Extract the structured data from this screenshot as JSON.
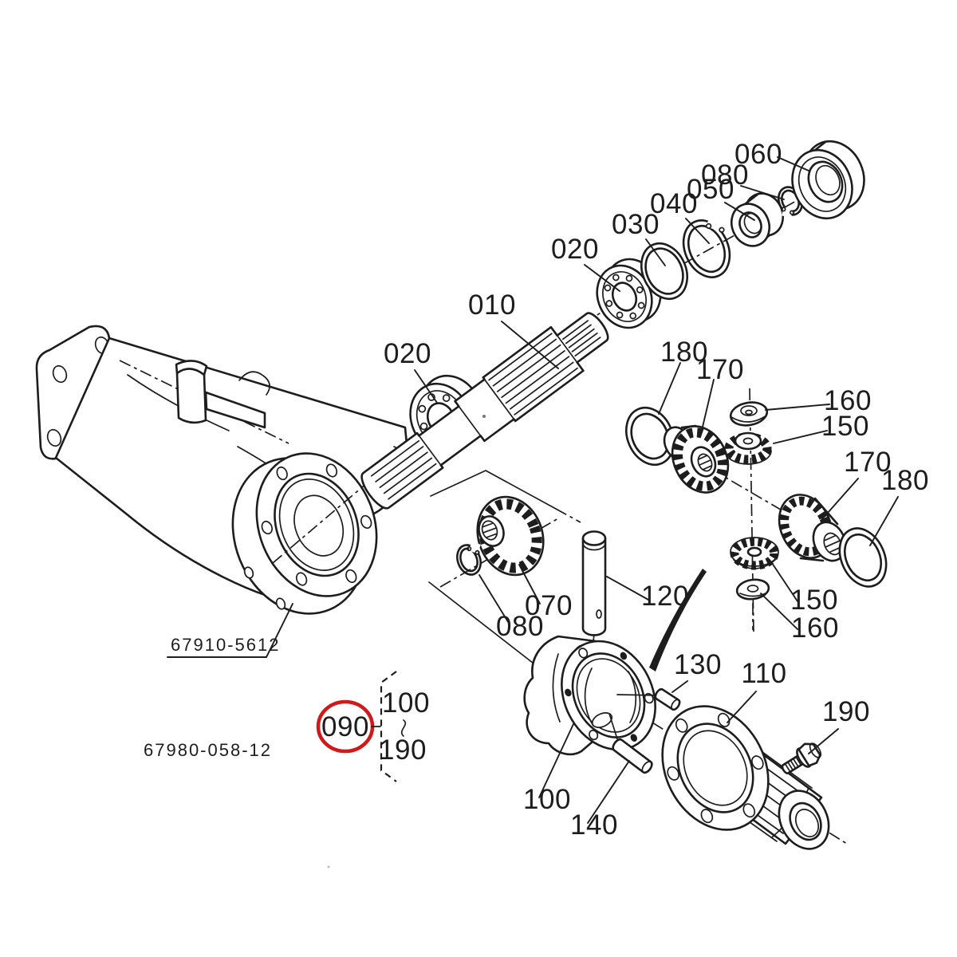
{
  "diagram": {
    "type": "exploded-parts-diagram",
    "subject": "tractor front axle differential gear case",
    "callouts": {
      "p010": "010",
      "p020_upper": "020",
      "p020_left": "020",
      "p030": "030",
      "p040": "040",
      "p050": "050",
      "p060": "060",
      "p070": "070",
      "p080_upper": "080",
      "p080_mid": "080",
      "p090": "090",
      "p100_bracket": "100",
      "p190_bracket": "190",
      "p100_case": "100",
      "p110": "110",
      "p120": "120",
      "p130": "130",
      "p140": "140",
      "p150_upper": "150",
      "p150_lower": "150",
      "p160_upper": "160",
      "p160_lower": "160",
      "p170_left": "170",
      "p170_right": "170",
      "p180_left": "180",
      "p180_right": "180",
      "p190_bolt": "190"
    },
    "codes": {
      "assembly_ref": "67910-5612",
      "figure_ref": "67980-058-12"
    },
    "highlight": {
      "circled_callout": "090",
      "range_from": "100",
      "range_to": "190"
    },
    "colors": {
      "ink": "#1d1d1d",
      "highlight_red": "#ce1a1a",
      "background": "#ffffff"
    }
  }
}
